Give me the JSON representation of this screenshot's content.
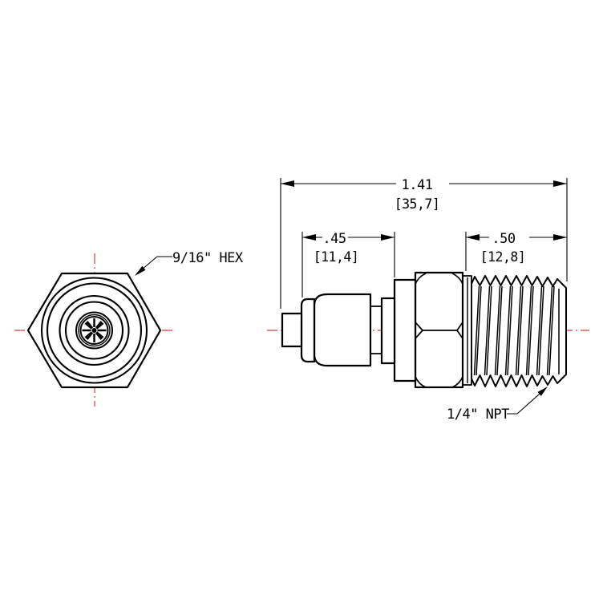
{
  "drawing": {
    "type": "2-view engineering drawing of a threaded quick-connect fitting",
    "colors": {
      "background": "#ffffff",
      "object_lines": "#000000",
      "centerlines": "#d95f5f"
    },
    "dimensions": {
      "overall": {
        "inch": "1.41",
        "metric": "[35,7]"
      },
      "body": {
        "inch": ".45",
        "metric": "[11,4]"
      },
      "thread": {
        "inch": ".50",
        "metric": "[12,8]"
      }
    },
    "labels": {
      "hex": "9/16\" HEX",
      "npt": "1/4\" NPT"
    }
  }
}
